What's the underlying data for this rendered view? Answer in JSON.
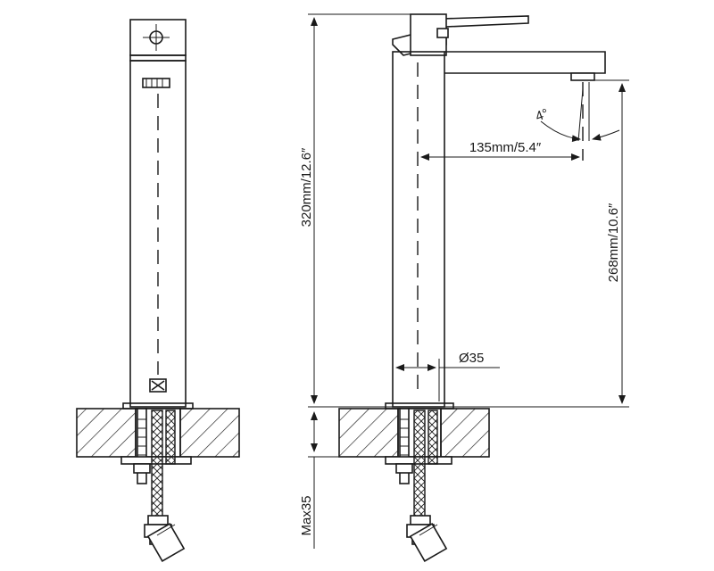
{
  "dimensions": {
    "height_total": "320mm/12.6″",
    "spout_reach": "135mm/5.4″",
    "spout_height": "268mm/10.6″",
    "body_diameter": "Ø35",
    "mount_thickness": "Max35",
    "spout_angle": "4°"
  },
  "colors": {
    "line": "#1a1a1a",
    "background": "#ffffff"
  },
  "icons": {
    "handle_symbol": "crosshair-circle-icon",
    "logo_mark": "brand-logo-icon"
  }
}
